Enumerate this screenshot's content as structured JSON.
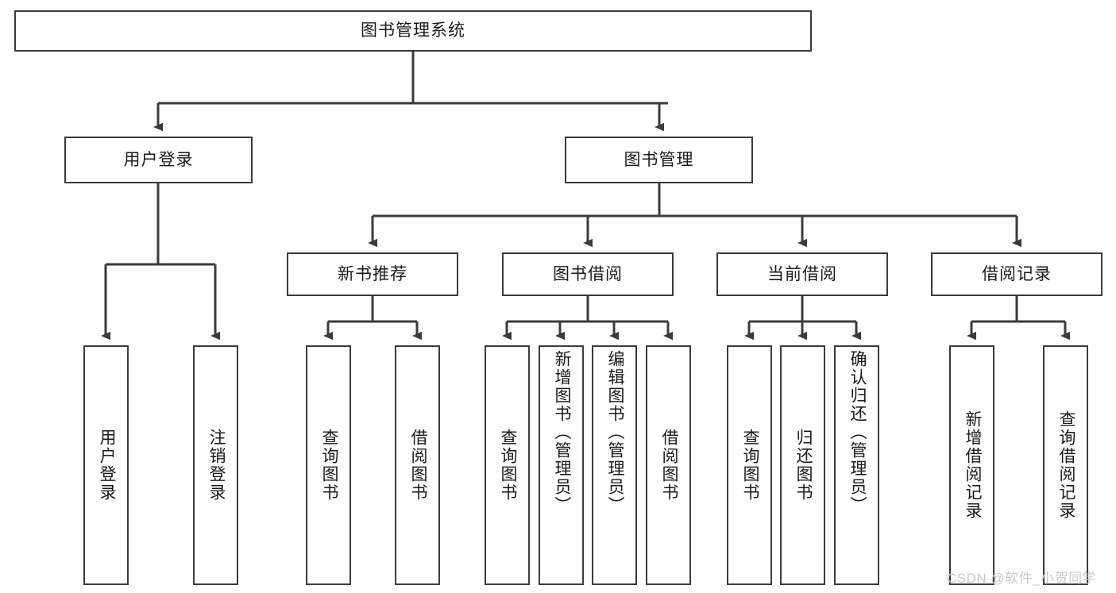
{
  "diagram": {
    "title": "图书管理系统",
    "watermark": "CSDN @软件_小贺同学",
    "colors": {
      "border": "#3b3b3b",
      "node_fill": "#ffffff",
      "text": "#1a1a1a",
      "edge": "#3b3b3b",
      "watermark": "#c9c9c9",
      "background": "#ffffff"
    },
    "root": {
      "label": "图书管理系统"
    },
    "level2": [
      {
        "label": "用户登录"
      },
      {
        "label": "图书管理"
      }
    ],
    "level3": [
      {
        "label": "新书推荐"
      },
      {
        "label": "图书借阅"
      },
      {
        "label": "当前借阅"
      },
      {
        "label": "借阅记录"
      }
    ],
    "leaves": {
      "user_login": [
        {
          "label": "用户登录"
        },
        {
          "label": "注销登录"
        }
      ],
      "new_book_recommend": [
        {
          "label": "查询图书"
        },
        {
          "label": "借阅图书"
        }
      ],
      "book_borrow": [
        {
          "label": "查询图书"
        },
        {
          "label": "新增图书（管理员）"
        },
        {
          "label": "编辑图书（管理员）"
        },
        {
          "label": "借阅图书"
        }
      ],
      "current_borrow": [
        {
          "label": "查询图书"
        },
        {
          "label": "归还图书"
        },
        {
          "label": "确认归还（管理员）"
        }
      ],
      "borrow_record": [
        {
          "label": "新增借阅记录"
        },
        {
          "label": "查询借阅记录"
        }
      ]
    }
  }
}
